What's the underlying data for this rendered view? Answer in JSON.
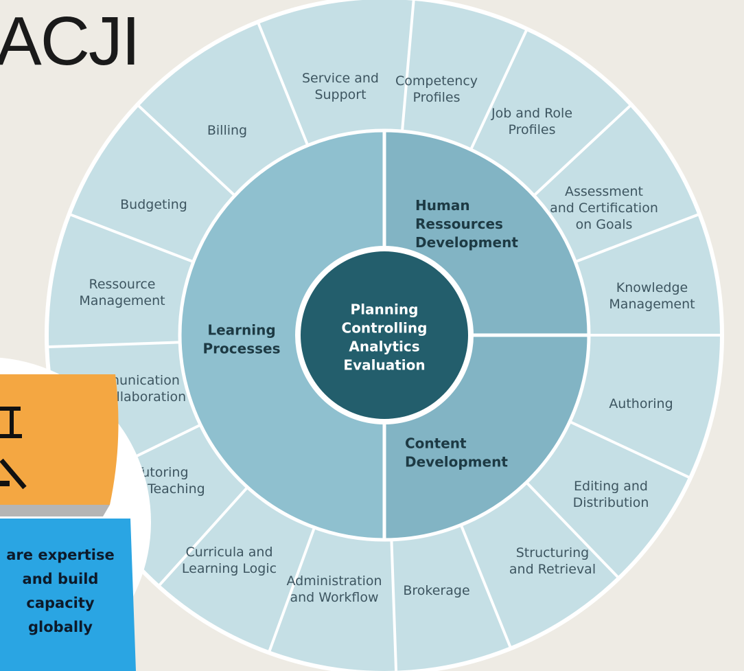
{
  "title": "ACJI",
  "center": {
    "lines": [
      "Planning",
      "Controlling",
      "Analytics",
      "Evaluation"
    ]
  },
  "inner_ring": [
    {
      "lines": [
        "Human",
        "Ressources",
        "Development"
      ]
    },
    {
      "lines": [
        "Content",
        "Development"
      ]
    },
    {
      "lines": [
        "Learning",
        "Processes"
      ]
    }
  ],
  "outer_segments": [
    {
      "lines": [
        "Competency",
        "Profiles"
      ]
    },
    {
      "lines": [
        "Job and Role",
        "Profiles"
      ]
    },
    {
      "lines": [
        "Assessment",
        "and Certification",
        "on Goals"
      ]
    },
    {
      "lines": [
        "Knowledge",
        "Management"
      ]
    },
    {
      "lines": [
        "Authoring"
      ]
    },
    {
      "lines": [
        "Editing and",
        "Distribution"
      ]
    },
    {
      "lines": [
        "Structuring",
        "and Retrieval"
      ]
    },
    {
      "lines": [
        "Brokerage"
      ]
    },
    {
      "lines": [
        "Administration",
        "and Workflow"
      ]
    },
    {
      "lines": [
        "Curricula and",
        "Learning Logic"
      ]
    },
    {
      "lines": [
        "Tutoring",
        "and Teaching"
      ]
    },
    {
      "lines": [
        "Communication",
        "and Collaboration"
      ]
    },
    {
      "lines": [
        "Ressource",
        "Management"
      ]
    },
    {
      "lines": [
        "Budgeting"
      ]
    },
    {
      "lines": [
        "Billing"
      ]
    },
    {
      "lines": [
        "Service and",
        "Support"
      ]
    }
  ],
  "badge": {
    "lines": [
      "are expertise",
      "and build",
      "capacity",
      "globally"
    ]
  },
  "colors": {
    "background": "#eeebe4",
    "outer_ring": "#c5dfe5",
    "inner_ring_left": "#8fc0cf",
    "inner_ring_right": "#82b4c4",
    "core": "#235e6c",
    "divider": "#ffffff",
    "badge_orange": "#f4a742",
    "badge_blue": "#2aa5e3"
  }
}
